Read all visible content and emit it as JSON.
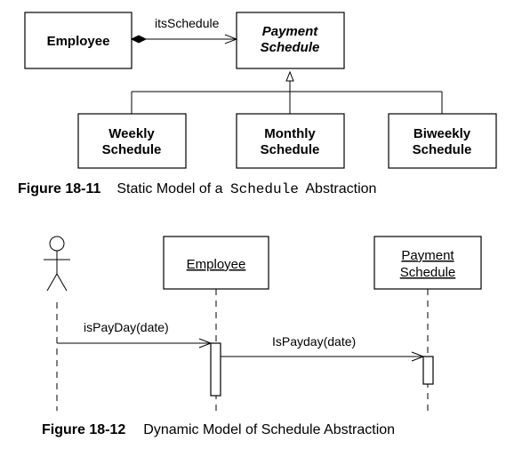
{
  "static_model": {
    "employee_class": "Employee",
    "association_label": "itsSchedule",
    "payment_schedule_line1": "Payment",
    "payment_schedule_line2": "Schedule",
    "subclasses": [
      {
        "line1": "Weekly",
        "line2": "Schedule"
      },
      {
        "line1": "Monthly",
        "line2": "Schedule"
      },
      {
        "line1": "Biweekly",
        "line2": "Schedule"
      }
    ],
    "caption": {
      "number": "Figure 18-11",
      "text_before": "Static Model of a ",
      "code": "Schedule",
      "text_after": " Abstraction"
    }
  },
  "dynamic_model": {
    "employee_object": "Employee",
    "payment_object_line1": "Payment",
    "payment_object_line2": "Schedule",
    "message_1": "isPayDay(date)",
    "message_2": "IsPayday(date)",
    "caption": {
      "number": "Figure 18-12",
      "text": "Dynamic Model of Schedule Abstraction"
    }
  }
}
